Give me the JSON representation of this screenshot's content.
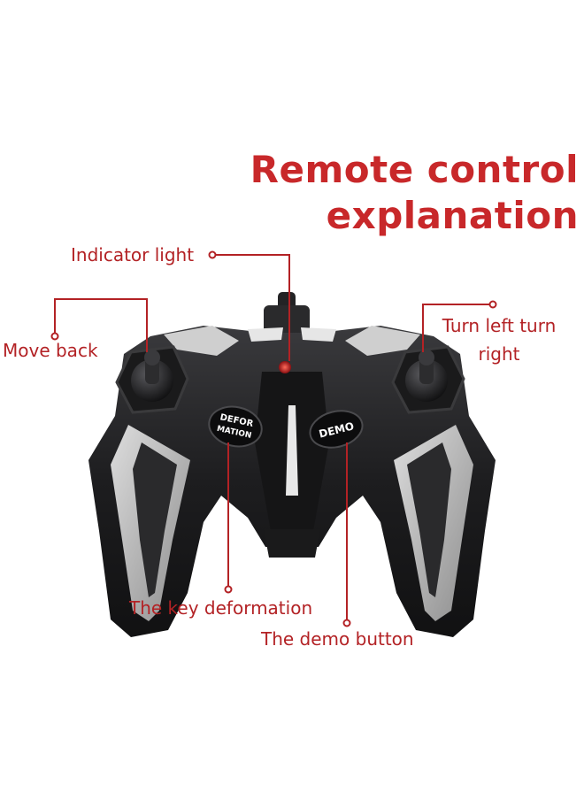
{
  "title": {
    "line1": "Remote control",
    "line2": "explanation"
  },
  "callouts": {
    "indicator_light": "Indicator light",
    "move_back": "Move back",
    "turn": "Turn left turn right",
    "key_deformation": "The key deformation",
    "demo_button": "The demo button"
  },
  "buttons": {
    "deformation_line1": "DEFOR",
    "deformation_line2": "MATION",
    "demo": "DEMO"
  },
  "colors": {
    "accent": "#c8282a",
    "callout_line": "#b32225",
    "body": "#1c1c1e",
    "trim": "#d9d9d9"
  }
}
